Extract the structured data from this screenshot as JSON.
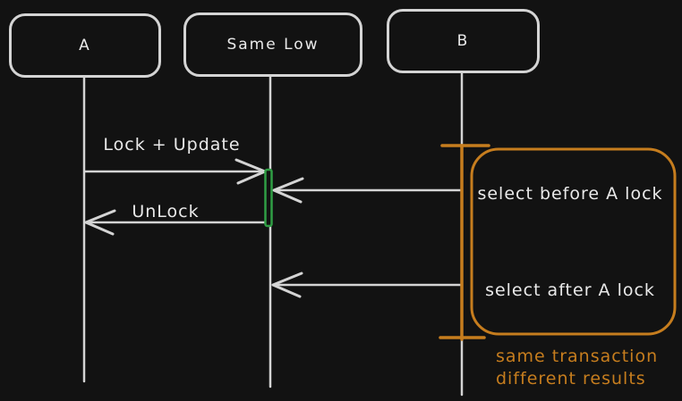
{
  "canvas": {
    "background_color": "#121212",
    "stroke_color": "#d4d4d4",
    "text_color": "#e9e9e9",
    "accent_orange": "#c67d1e",
    "accent_green": "#2f9e44"
  },
  "actors": [
    {
      "id": "a",
      "label": "A"
    },
    {
      "id": "same-low",
      "label": "Same Low"
    },
    {
      "id": "b",
      "label": "B"
    }
  ],
  "messages": [
    {
      "id": "lock-update",
      "label": "Lock + Update",
      "from": "A",
      "to": "Same Low",
      "direction": "right"
    },
    {
      "id": "select-before",
      "label": "select before A lock",
      "from": "B",
      "to": "Same Low",
      "direction": "left"
    },
    {
      "id": "unlock",
      "label": "UnLock",
      "from": "Same Low",
      "to": "A",
      "direction": "left"
    },
    {
      "id": "select-after",
      "label": "select after A lock",
      "from": "B",
      "to": "Same Low",
      "direction": "left"
    }
  ],
  "annotation": {
    "line1": "same transaction",
    "line2": "different results"
  }
}
